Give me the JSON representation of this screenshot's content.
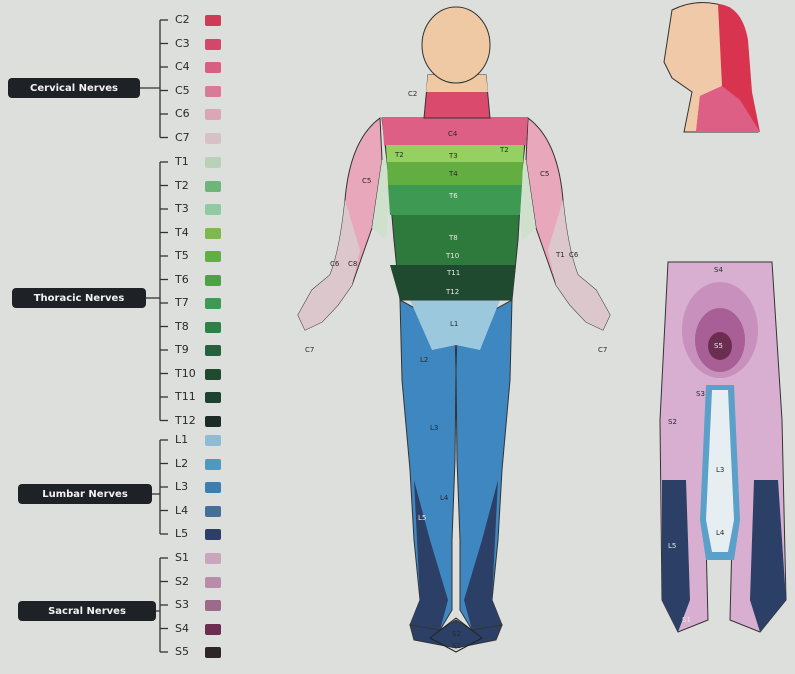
{
  "groups": [
    {
      "name": "Cervical Nerves",
      "roots": [
        {
          "label": "C2",
          "color": "#cf3a55"
        },
        {
          "label": "C3",
          "color": "#d5476a"
        },
        {
          "label": "C4",
          "color": "#d95f82"
        },
        {
          "label": "C5",
          "color": "#d97a98"
        },
        {
          "label": "C6",
          "color": "#d9a7b6"
        },
        {
          "label": "C7",
          "color": "#d6c2c6"
        }
      ]
    },
    {
      "name": "Thoracic Nerves",
      "roots": [
        {
          "label": "T1",
          "color": "#b9d2b7"
        },
        {
          "label": "T2",
          "color": "#6fb57a"
        },
        {
          "label": "T3",
          "color": "#8fcaa2"
        },
        {
          "label": "T4",
          "color": "#7fb84e"
        },
        {
          "label": "T5",
          "color": "#62ae41"
        },
        {
          "label": "T6",
          "color": "#4ea244"
        },
        {
          "label": "T7",
          "color": "#3e9a52"
        },
        {
          "label": "T8",
          "color": "#2f8046"
        },
        {
          "label": "T9",
          "color": "#27603c"
        },
        {
          "label": "T10",
          "color": "#1f4a30"
        },
        {
          "label": "T11",
          "color": "#1e4230"
        },
        {
          "label": "T12",
          "color": "#1c2b26"
        }
      ]
    },
    {
      "name": "Lumbar Nerves",
      "roots": [
        {
          "label": "L1",
          "color": "#8fbcd2"
        },
        {
          "label": "L2",
          "color": "#4f98c0"
        },
        {
          "label": "L3",
          "color": "#3c7eb0"
        },
        {
          "label": "L4",
          "color": "#456e98"
        },
        {
          "label": "L5",
          "color": "#2c3f66"
        }
      ]
    },
    {
      "name": "Sacral Nerves",
      "roots": [
        {
          "label": "S1",
          "color": "#c9a6bd"
        },
        {
          "label": "S2",
          "color": "#b98daa"
        },
        {
          "label": "S3",
          "color": "#9c6a8a"
        },
        {
          "label": "S4",
          "color": "#6c2e50"
        },
        {
          "label": "S5",
          "color": "#2c2626"
        }
      ]
    }
  ],
  "body_labels": {
    "c2": "C2",
    "c4": "C4",
    "c5": "C5",
    "c6": "C6",
    "c7": "C7",
    "c8": "C8",
    "t1": "T1",
    "t2": "T2",
    "t3": "T3",
    "t4": "T4",
    "t6": "T6",
    "t8": "T8",
    "t10": "T10",
    "t11": "T11",
    "t12": "T12",
    "l1": "L1",
    "l2": "L2",
    "l3": "L3",
    "l4": "L4",
    "l5": "L5",
    "s1": "S1",
    "s2": "S2",
    "s3": "S3",
    "s4": "S4",
    "s5": "S5"
  }
}
